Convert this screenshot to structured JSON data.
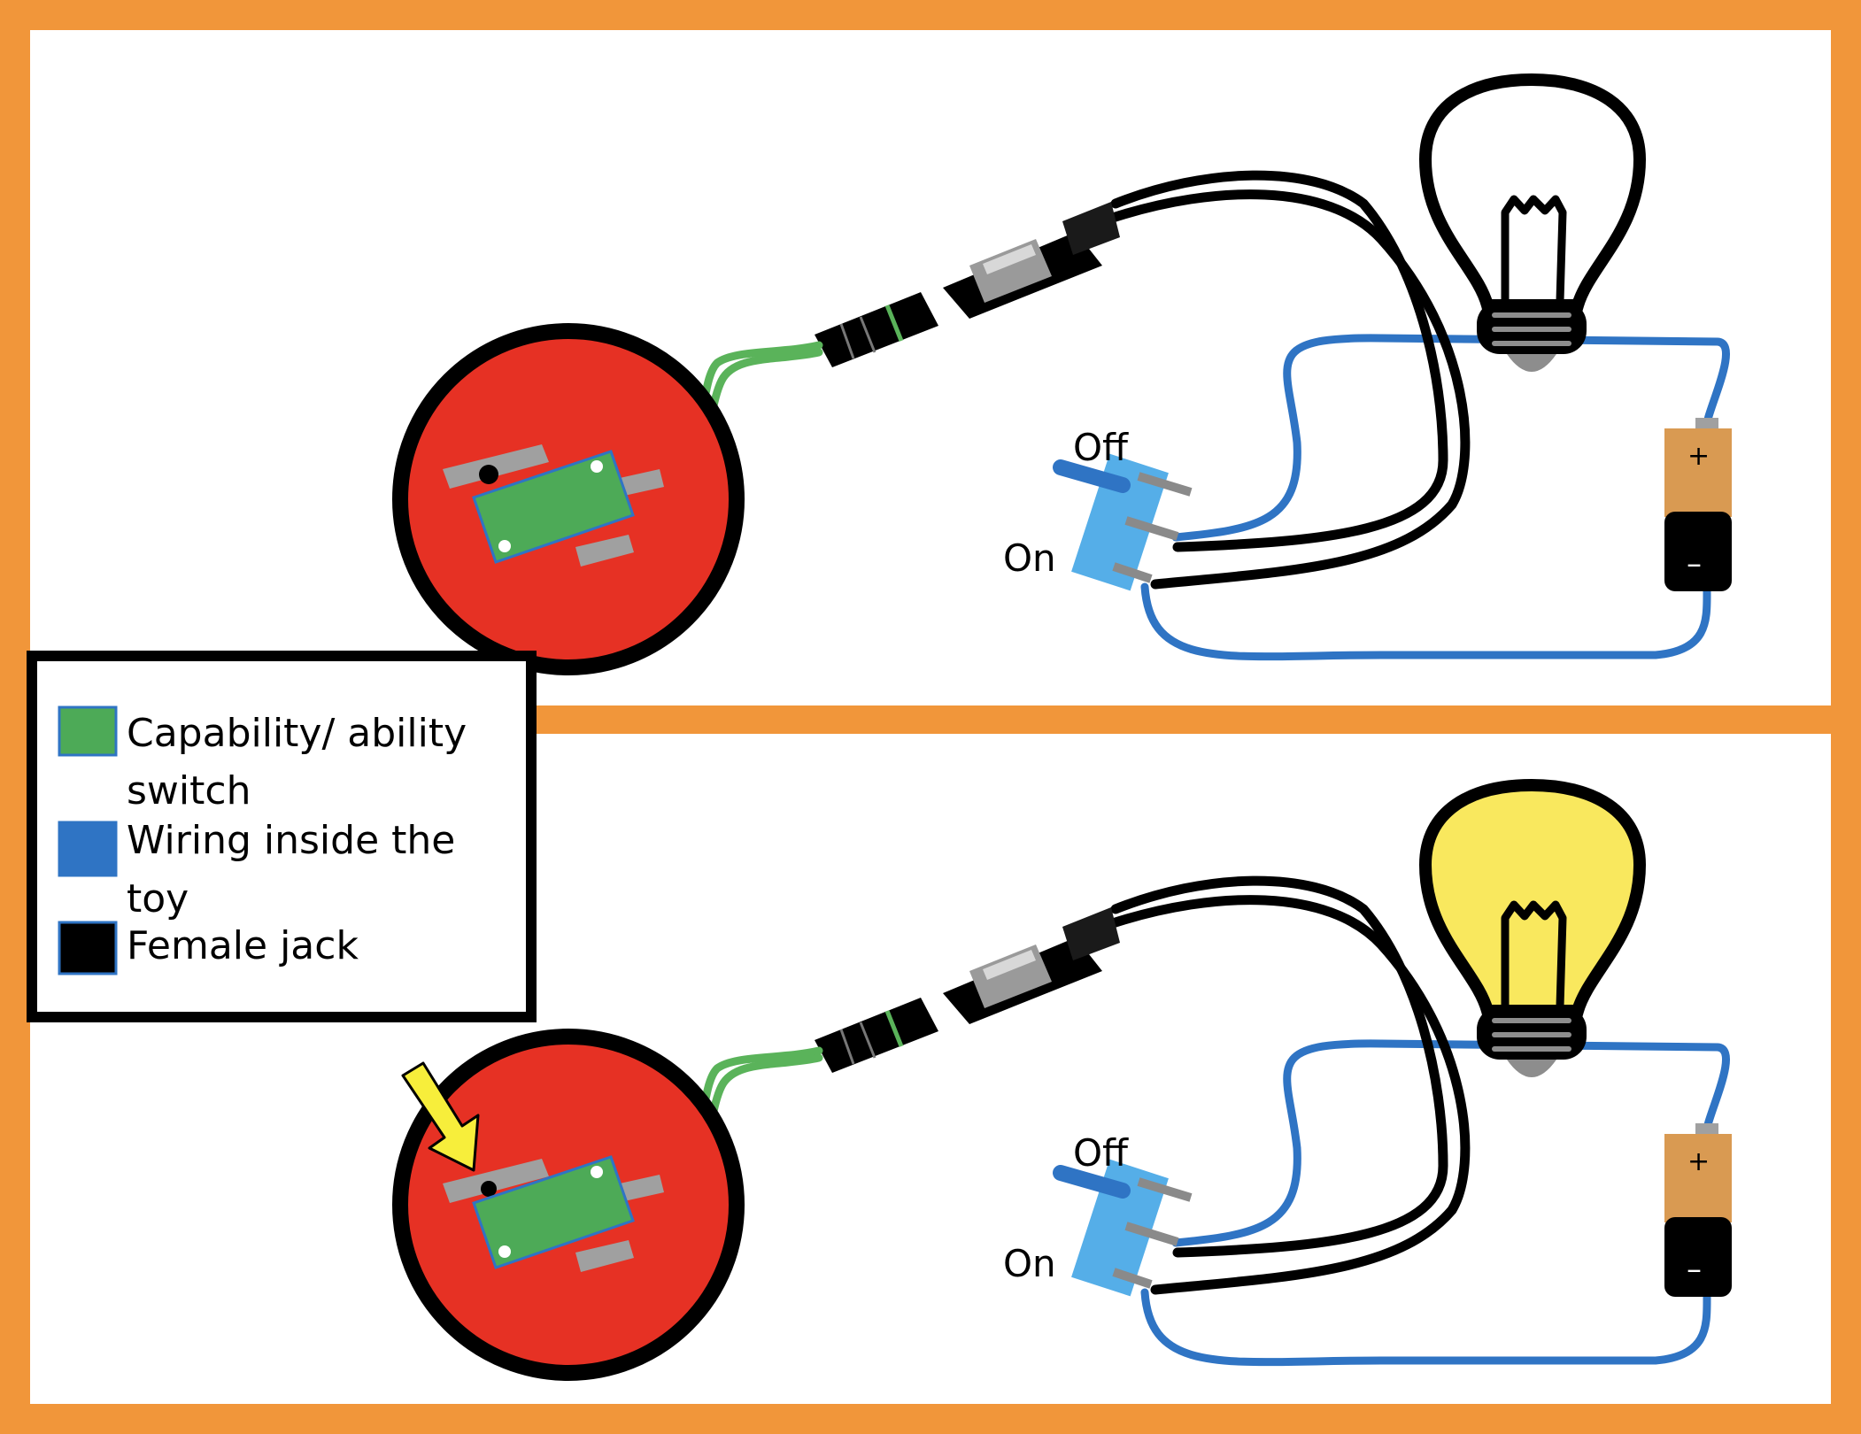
{
  "legend": {
    "items": [
      {
        "color": "#4daa57",
        "label_line1": "Capability/ ability",
        "label_line2": "switch"
      },
      {
        "color": "#2f74c4",
        "label_line1": "Wiring inside the",
        "label_line2": "toy"
      },
      {
        "color": "#000000",
        "label_line1": "Female jack",
        "label_line2": ""
      }
    ]
  },
  "panels": [
    {
      "switch_off_label": "Off",
      "switch_on_label": "On",
      "battery_plus": "+",
      "battery_minus": "–",
      "bulb_color": "#ffffff",
      "bulb_state": "off",
      "arrow_visible": false
    },
    {
      "switch_off_label": "Off",
      "switch_on_label": "On",
      "battery_plus": "+",
      "battery_minus": "–",
      "bulb_color": "#f9e85e",
      "bulb_state": "on",
      "arrow_visible": true
    }
  ],
  "colors": {
    "frame": "#f1963a",
    "button_red": "#e63124",
    "switch_green": "#4daa57",
    "wire_green": "#5ab35a",
    "wire_blue": "#2f74c4",
    "toggle_blue": "#55aee8",
    "battery_copper": "#d99a52",
    "arrow_yellow": "#f7ee3b"
  }
}
